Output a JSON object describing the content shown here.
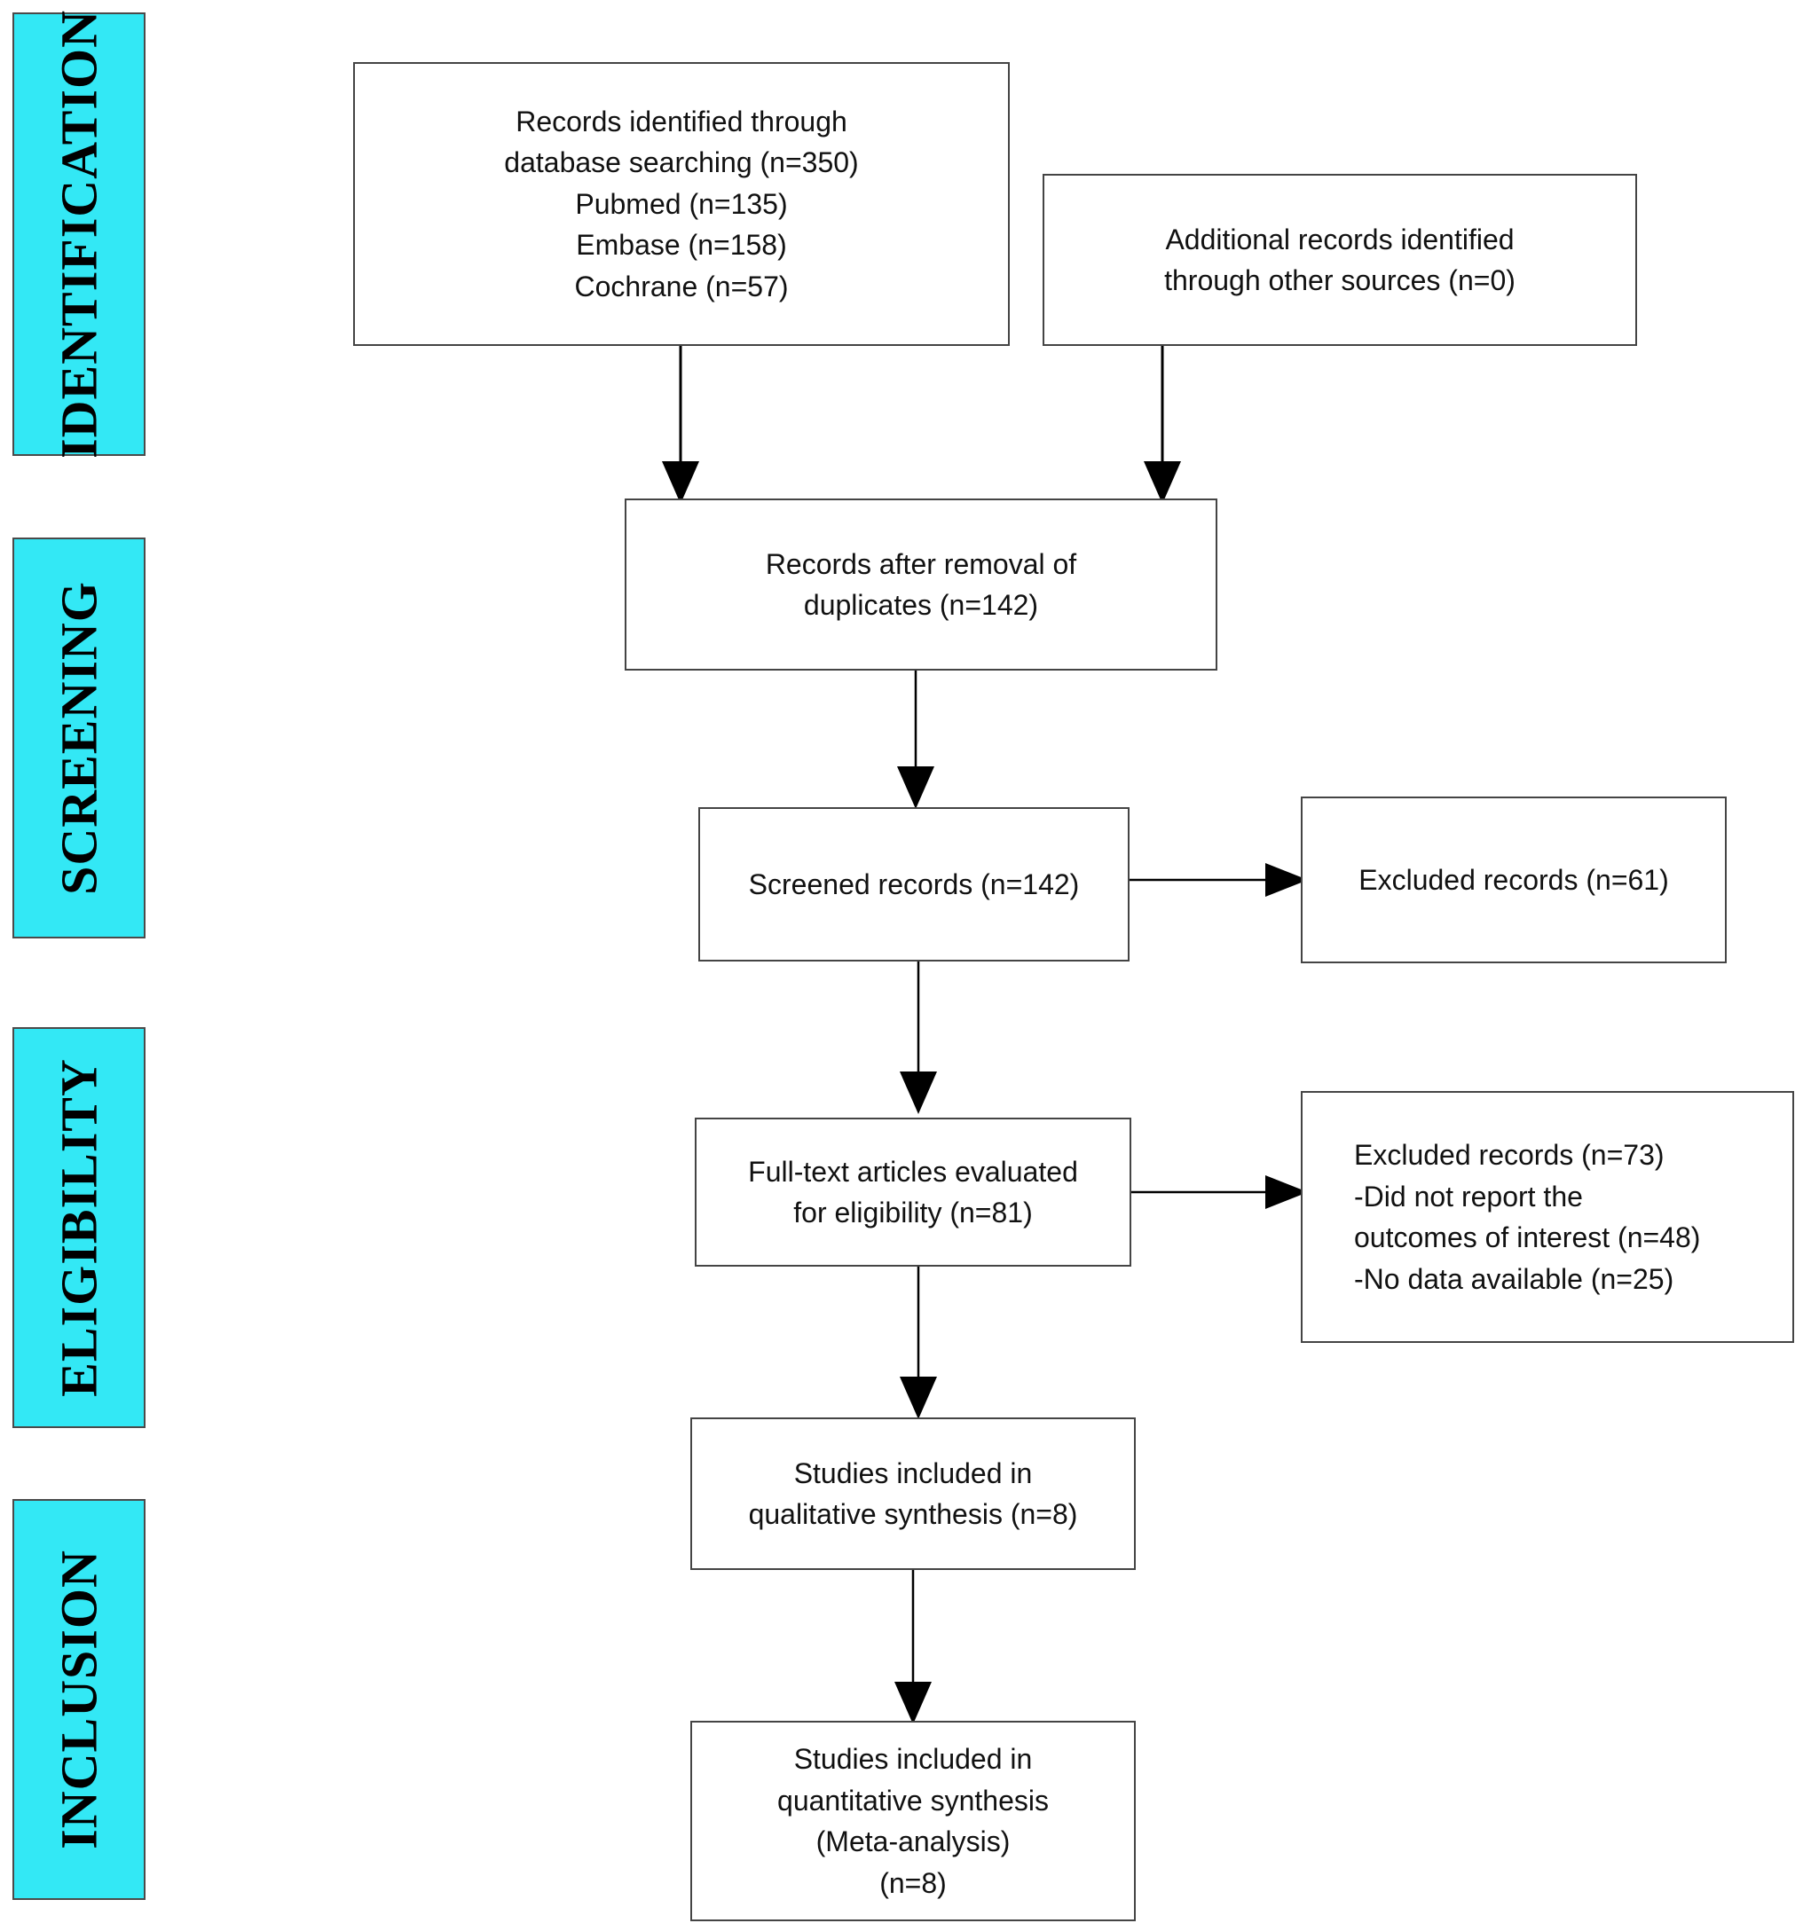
{
  "colors": {
    "stage_fill": "#33e8f5",
    "stage_border": "#4a4a4a",
    "box_border": "#444444",
    "arrow": "#000000"
  },
  "stages": [
    {
      "id": "identification",
      "label": "IDENTIFICATION"
    },
    {
      "id": "screening",
      "label": "SCREENING"
    },
    {
      "id": "eligibility",
      "label": "ELIGIBILITY"
    },
    {
      "id": "inclusion",
      "label": "INCLUSION"
    }
  ],
  "boxes": {
    "database_search": {
      "lines": [
        "Records identified through",
        "database searching (n=350)",
        "Pubmed (n=135)",
        "Embase (n=158)",
        "Cochrane (n=57)"
      ]
    },
    "other_sources": {
      "lines": [
        "Additional records identified",
        "through other sources (n=0)"
      ]
    },
    "after_duplicates": {
      "lines": [
        "Records after removal of",
        "duplicates (n=142)"
      ]
    },
    "screened": {
      "lines": [
        "Screened records (n=142)"
      ]
    },
    "excluded_screening": {
      "lines": [
        "Excluded records (n=61)"
      ]
    },
    "fulltext": {
      "lines": [
        "Full-text articles evaluated",
        "for eligibility (n=81)"
      ]
    },
    "excluded_fulltext": {
      "lines": [
        "Excluded records (n=73)",
        "-Did not report the",
        "outcomes of interest (n=48)",
        "-No data available (n=25)"
      ]
    },
    "qualitative": {
      "lines": [
        "Studies included in",
        "qualitative synthesis (n=8)"
      ]
    },
    "quantitative": {
      "lines": [
        "Studies included in",
        "quantitative synthesis",
        "(Meta-analysis)",
        "(n=8)"
      ]
    }
  }
}
